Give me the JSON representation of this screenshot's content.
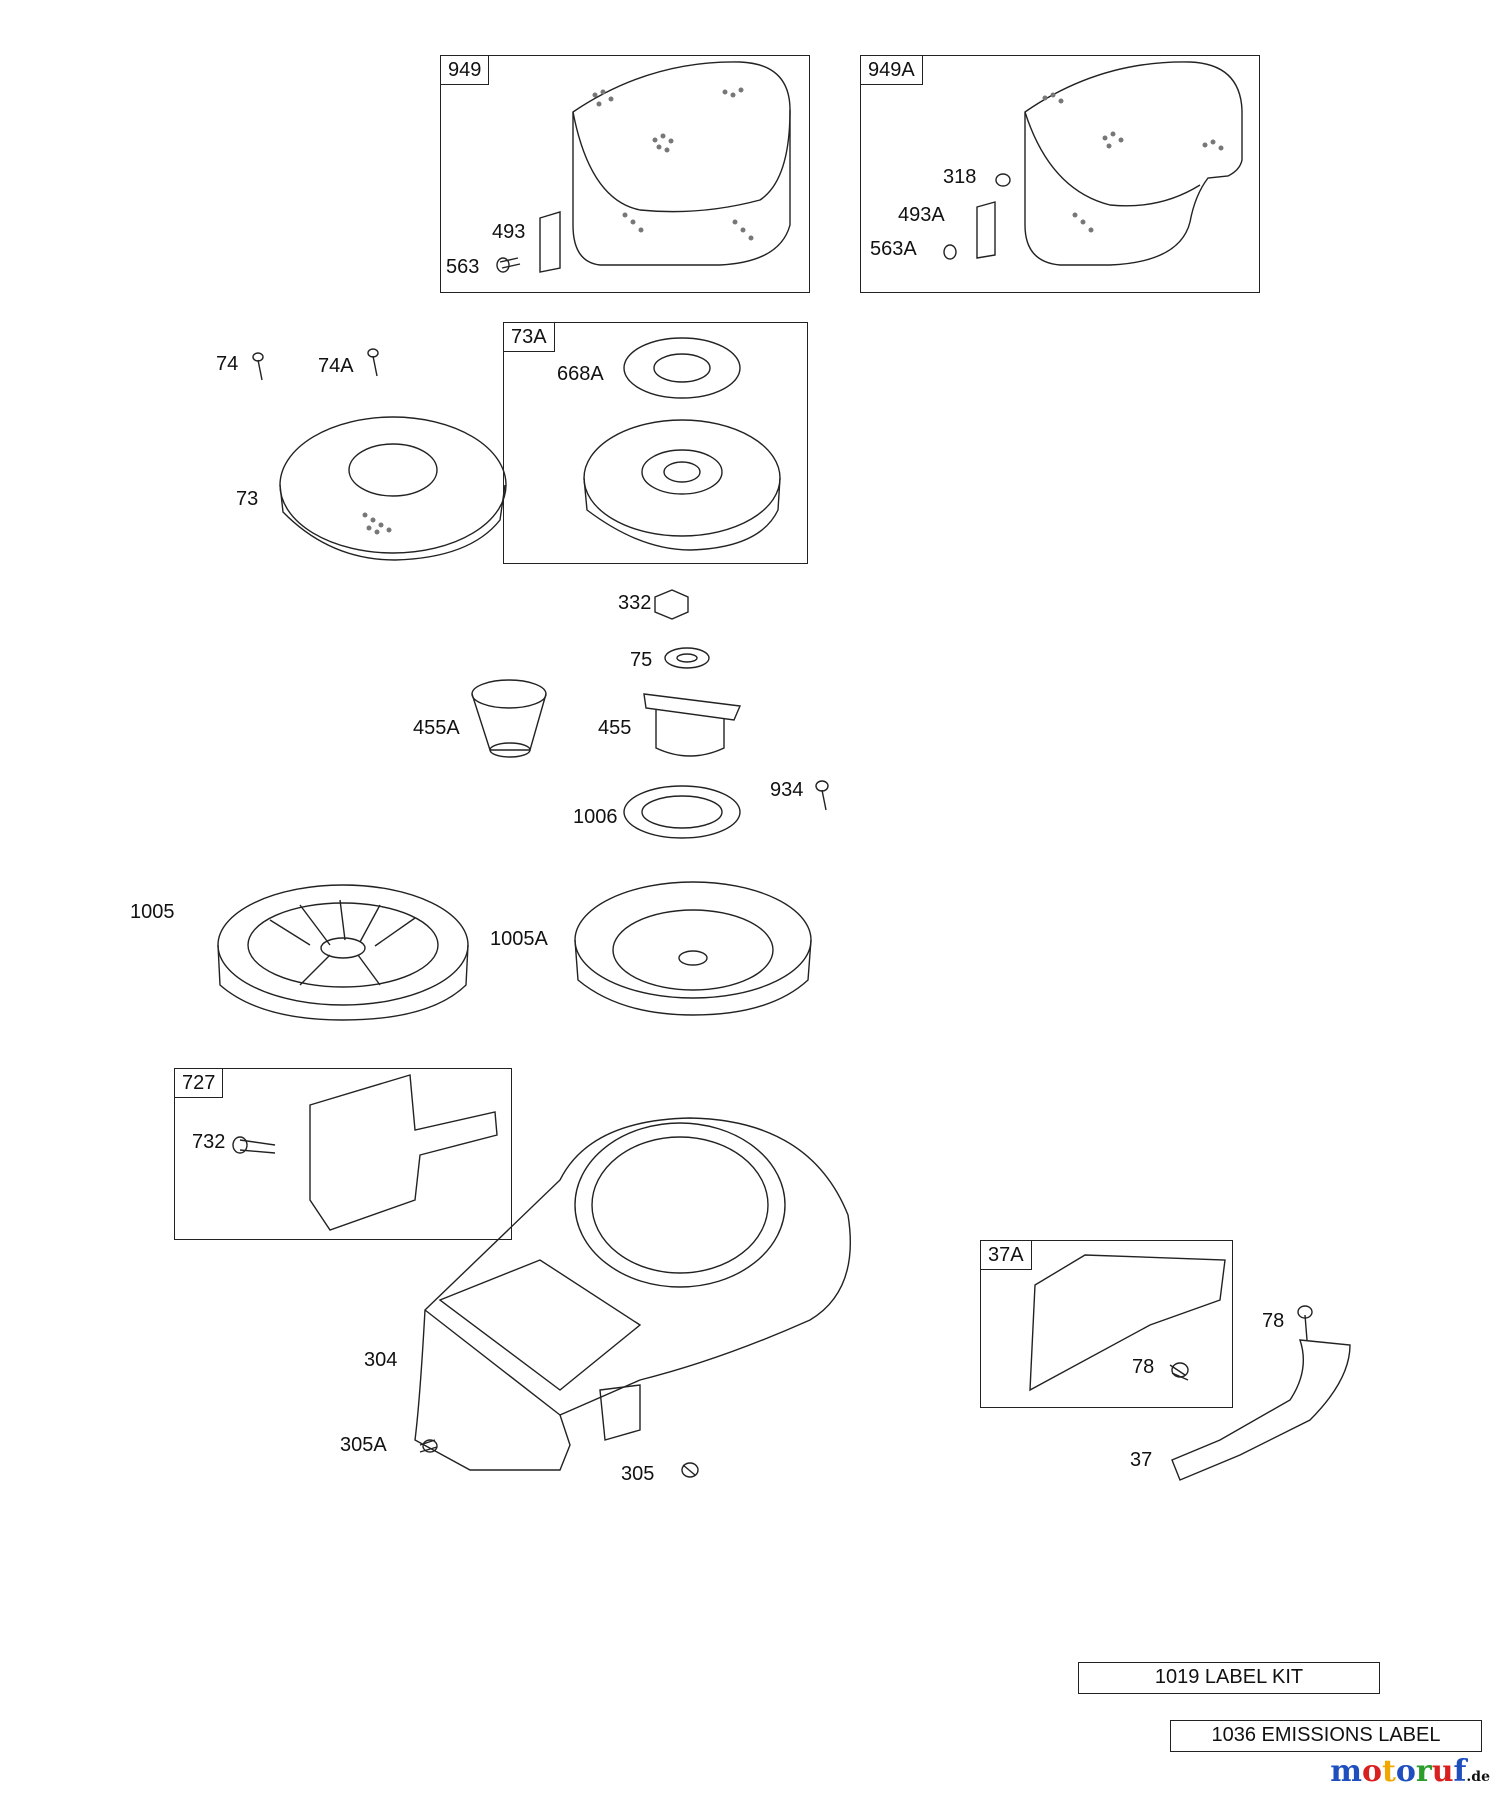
{
  "boxes": {
    "b949": "949",
    "b949A": "949A",
    "b73A": "73A",
    "b727": "727",
    "b37A": "37A"
  },
  "labels": {
    "p493": "493",
    "p563": "563",
    "p318": "318",
    "p493A": "493A",
    "p563A": "563A",
    "p74": "74",
    "p74A": "74A",
    "p668A": "668A",
    "p73": "73",
    "p332": "332",
    "p75": "75",
    "p455A": "455A",
    "p455": "455",
    "p934": "934",
    "p1006": "1006",
    "p1005": "1005",
    "p1005A": "1005A",
    "p732": "732",
    "p304": "304",
    "p305A": "305A",
    "p305": "305",
    "p78a": "78",
    "p78b": "78",
    "p37": "37"
  },
  "kits": {
    "label_kit": "1019 LABEL KIT",
    "emissions_label": "1036 EMISSIONS LABEL"
  },
  "watermark": {
    "brand": "motoruf",
    "tld": ".de",
    "colors": [
      "#1f4fbf",
      "#d92020",
      "#f0a800",
      "#1f4fbf",
      "#2a9d2a",
      "#d92020",
      "#1f4fbf"
    ]
  }
}
